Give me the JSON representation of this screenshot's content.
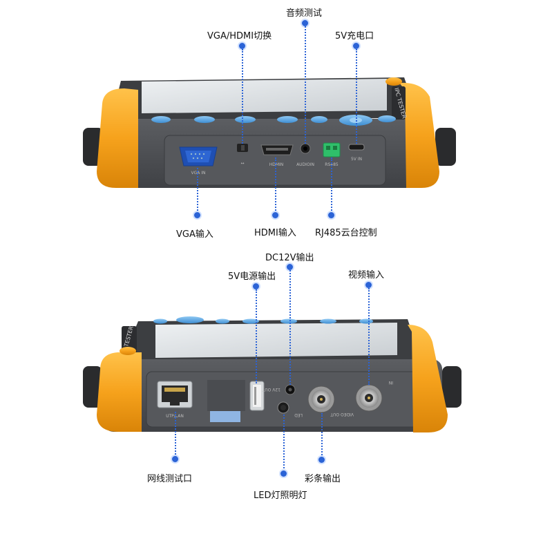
{
  "top_device": {
    "labels": {
      "audio_test": "音频测试",
      "vga_hdmi_switch": "VGA/HDMI切换",
      "charge_5v": "5V充电口",
      "vga_in": "VGA输入",
      "hdmi_in": "HDMI输入",
      "rj485": "RJ485云台控制"
    },
    "port_print": {
      "vga": "VGA IN",
      "hdmi": "HDMIN",
      "audio": "AUDIOIN",
      "rs485": "RS485",
      "vin": "5V IN"
    }
  },
  "bottom_device": {
    "labels": {
      "dc12v_out": "DC12V输出",
      "power_5v_out": "5V电源输出",
      "video_in": "视频输入",
      "lan_test": "网线测试口",
      "led_light": "LED灯照明灯",
      "color_bar_out": "彩条输出"
    },
    "port_print": {
      "lan": "UTP/LAN",
      "dc": "12V OUT",
      "led": "LED",
      "video_out": "VIDEO OUT",
      "video_in": "IN"
    }
  },
  "colors": {
    "accent": "#2b63d6",
    "bumper": "#f6a21c",
    "body": "#4d4f53",
    "panel": "#55575b",
    "screen": "#d9dde0",
    "button": "#5aa7e6"
  }
}
